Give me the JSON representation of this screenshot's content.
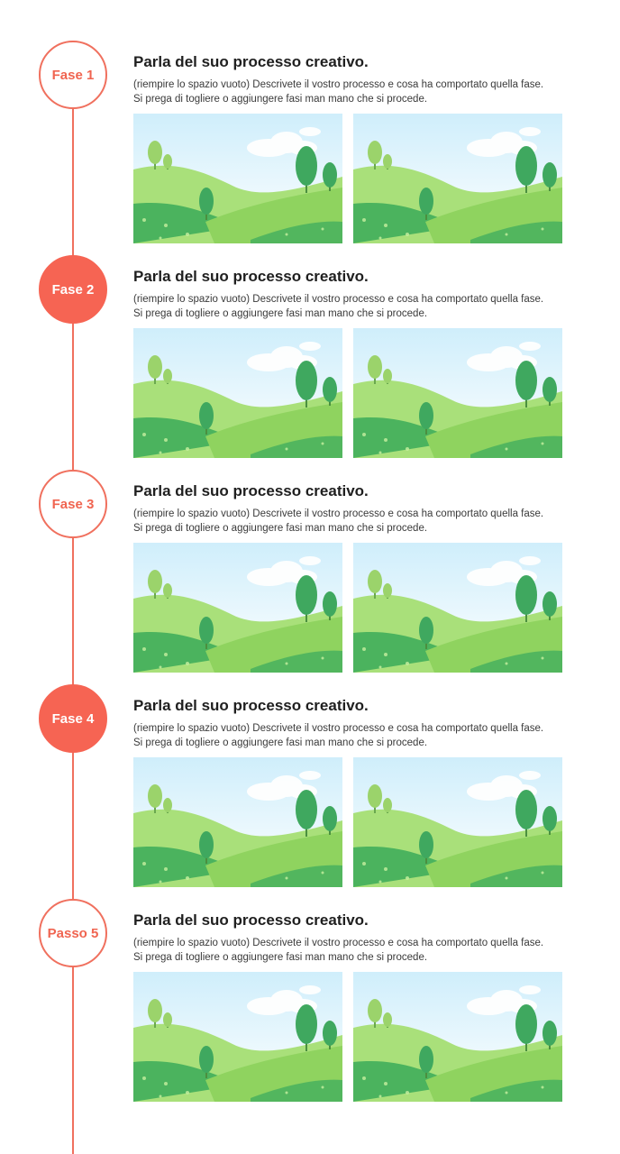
{
  "steps": [
    {
      "badge": "Fase 1",
      "filled": false,
      "title": "Parla del suo processo creativo.",
      "desc_line1": "(riempire lo spazio vuoto) Descrivete il vostro processo e cosa ha comportato quella fase.",
      "desc_line2": "Si prega di togliere o aggiungere fasi man mano che si procede.",
      "images": [
        "landscape-image",
        "landscape-image"
      ]
    },
    {
      "badge": "Fase 2",
      "filled": true,
      "title": "Parla del suo processo creativo.",
      "desc_line1": "(riempire lo spazio vuoto) Descrivete il vostro processo e cosa ha comportato quella fase.",
      "desc_line2": "Si prega di togliere o aggiungere fasi man mano che si procede.",
      "images": [
        "landscape-image",
        "landscape-image"
      ]
    },
    {
      "badge": "Fase 3",
      "filled": false,
      "title": "Parla del suo processo creativo.",
      "desc_line1": "(riempire lo spazio vuoto) Descrivete il vostro processo e cosa ha comportato quella fase.",
      "desc_line2": "Si prega di togliere o aggiungere fasi man mano che si procede.",
      "images": [
        "landscape-image",
        "landscape-image"
      ]
    },
    {
      "badge": "Fase 4",
      "filled": true,
      "title": "Parla del suo processo creativo.",
      "desc_line1": "(riempire lo spazio vuoto) Descrivete il vostro processo e cosa ha comportato quella fase.",
      "desc_line2": "Si prega di togliere o aggiungere fasi man mano che si procede.",
      "images": [
        "landscape-image",
        "landscape-image"
      ]
    },
    {
      "badge": "Passo 5",
      "filled": false,
      "title": "Parla del suo processo creativo.",
      "desc_line1": "(riempire lo spazio vuoto) Descrivete il vostro processo e cosa ha comportato quella fase.",
      "desc_line2": "Si prega di togliere o aggiungere fasi man mano che si procede.",
      "images": [
        "landscape-image",
        "landscape-image"
      ]
    }
  ],
  "colors": {
    "accent": "#f66453",
    "line": "#f0705e",
    "sky_top": "#cfeefb",
    "hill_light": "#a9e07a",
    "hill_mid": "#8fd35f",
    "hill_dark": "#4bb35e",
    "tree_light": "#9bd36b",
    "tree_dark": "#3fa85f"
  }
}
